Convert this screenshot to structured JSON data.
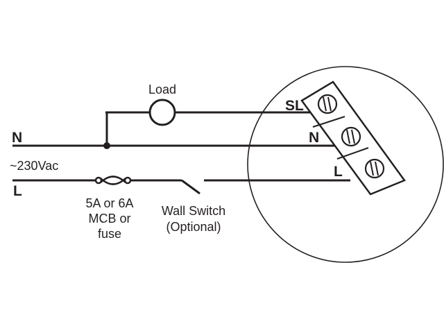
{
  "diagram": {
    "load_label": "Load",
    "neutral_label": "N",
    "live_label": "L",
    "voltage_label": "~230Vac",
    "breaker_label_line1": "5A or 6A",
    "breaker_label_line2": "MCB or",
    "breaker_label_line3": "fuse",
    "switch_label_line1": "Wall Switch",
    "switch_label_line2": "(Optional)",
    "terminals": {
      "switched_live": "SL",
      "neutral": "N",
      "live": "L"
    }
  }
}
